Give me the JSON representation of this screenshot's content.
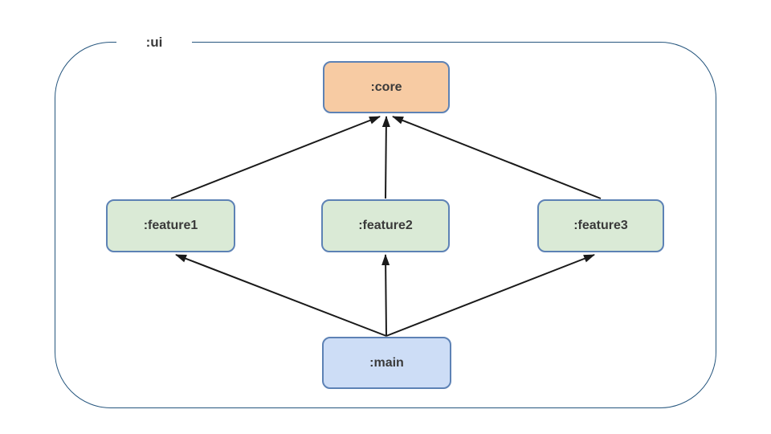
{
  "diagram": {
    "type": "module-dependency-graph",
    "container": {
      "label": ":ui",
      "border_color": "#26567E"
    },
    "nodes": [
      {
        "id": "core",
        "label": ":core",
        "fill": "#F7CBA3",
        "border": "#5D82B5"
      },
      {
        "id": "feature1",
        "label": ":feature1",
        "fill": "#DAEAD6",
        "border": "#5D82B5"
      },
      {
        "id": "feature2",
        "label": ":feature2",
        "fill": "#DAEAD6",
        "border": "#5D82B5"
      },
      {
        "id": "feature3",
        "label": ":feature3",
        "fill": "#DAEAD6",
        "border": "#5D82B5"
      },
      {
        "id": "main",
        "label": ":main",
        "fill": "#CDDDF6",
        "border": "#5D82B5"
      }
    ],
    "edges": [
      {
        "from": "feature1",
        "to": "core"
      },
      {
        "from": "feature2",
        "to": "core"
      },
      {
        "from": "feature3",
        "to": "core"
      },
      {
        "from": "main",
        "to": "feature1"
      },
      {
        "from": "main",
        "to": "feature2"
      },
      {
        "from": "main",
        "to": "feature3"
      }
    ],
    "edge_color": "#1A1A1A",
    "text_color": "#3A3A3A",
    "background_color": "#FFFFFF"
  }
}
